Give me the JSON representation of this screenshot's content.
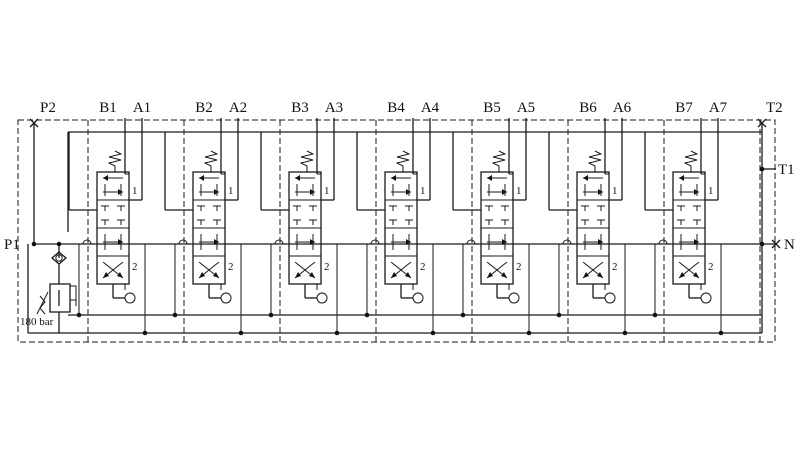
{
  "manifold": {
    "inlet_labels": {
      "p1": "P1",
      "p2": "P2"
    },
    "outlet_labels": {
      "t1": "T1",
      "t2": "T2",
      "n": "N"
    },
    "relief_valve_setting": "180 bar"
  },
  "sections": [
    {
      "b": "B1",
      "a": "A1",
      "pos1": "1",
      "pos2": "2"
    },
    {
      "b": "B2",
      "a": "A2",
      "pos1": "1",
      "pos2": "2"
    },
    {
      "b": "B3",
      "a": "A3",
      "pos1": "1",
      "pos2": "2"
    },
    {
      "b": "B4",
      "a": "A4",
      "pos1": "1",
      "pos2": "2"
    },
    {
      "b": "B5",
      "a": "A5",
      "pos1": "1",
      "pos2": "2"
    },
    {
      "b": "B6",
      "a": "A6",
      "pos1": "1",
      "pos2": "2"
    },
    {
      "b": "B7",
      "a": "A7",
      "pos1": "1",
      "pos2": "2"
    }
  ]
}
